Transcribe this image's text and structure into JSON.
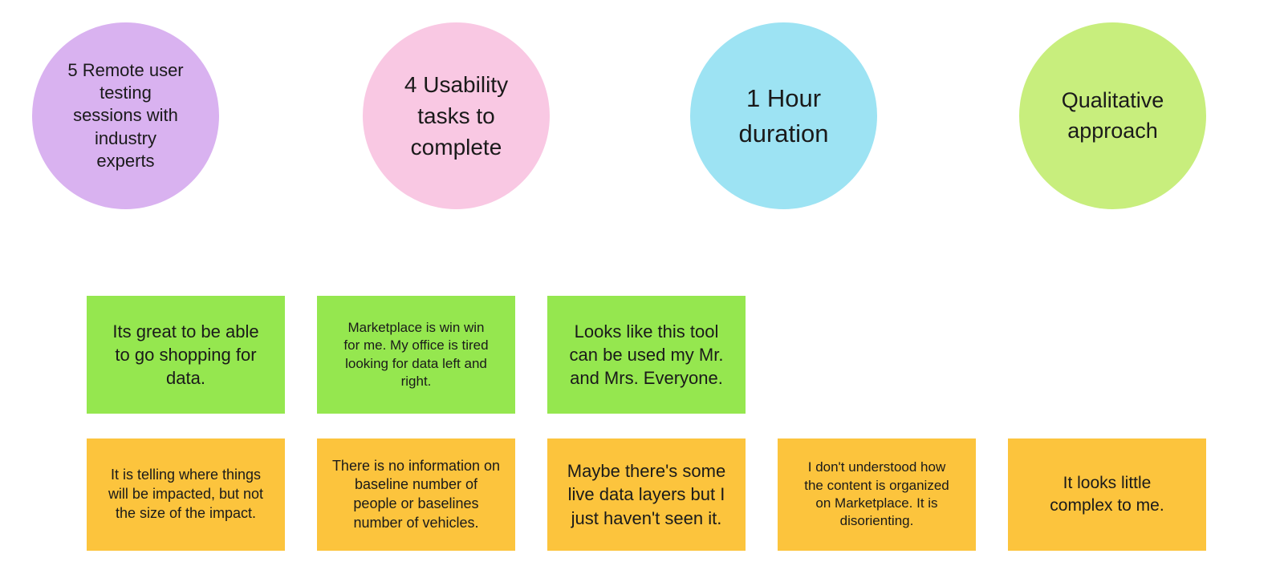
{
  "board": {
    "background_color": "#ffffff",
    "text_color": "#1a1a1a"
  },
  "circles": [
    {
      "label": "5 Remote user\ntesting\nsessions with\nindustry\nexperts",
      "color": "#d9b2f0",
      "name": "remote-user-testing-sessions"
    },
    {
      "label": "4 Usability\ntasks to\ncomplete",
      "color": "#f9c8e3",
      "name": "usability-tasks"
    },
    {
      "label": "1 Hour\nduration",
      "color": "#9de3f3",
      "name": "hour-duration"
    },
    {
      "label": "Qualitative\napproach",
      "color": "#c8ee7d",
      "name": "qualitative-approach"
    }
  ],
  "positive_notes": {
    "color": "#95e74f",
    "items": [
      {
        "text": "Its great to be able\nto go shopping for\ndata."
      },
      {
        "text": "Marketplace is win win\nfor me. My office is tired\nlooking for data left and\nright."
      },
      {
        "text": "Looks like this tool\ncan be used my Mr.\nand Mrs. Everyone."
      }
    ]
  },
  "negative_notes": {
    "color": "#fcc43d",
    "items": [
      {
        "text": "It is telling where things\nwill be impacted, but not\nthe size of the impact."
      },
      {
        "text": "There is no information on\nbaseline number of\npeople or baselines\nnumber of vehicles."
      },
      {
        "text": "Maybe there's some\nlive data layers but I\njust haven't seen it."
      },
      {
        "text": "I don't understood how\nthe content is organized\non Marketplace. It is\ndisorienting."
      },
      {
        "text": "It looks little\ncomplex to me."
      }
    ]
  }
}
